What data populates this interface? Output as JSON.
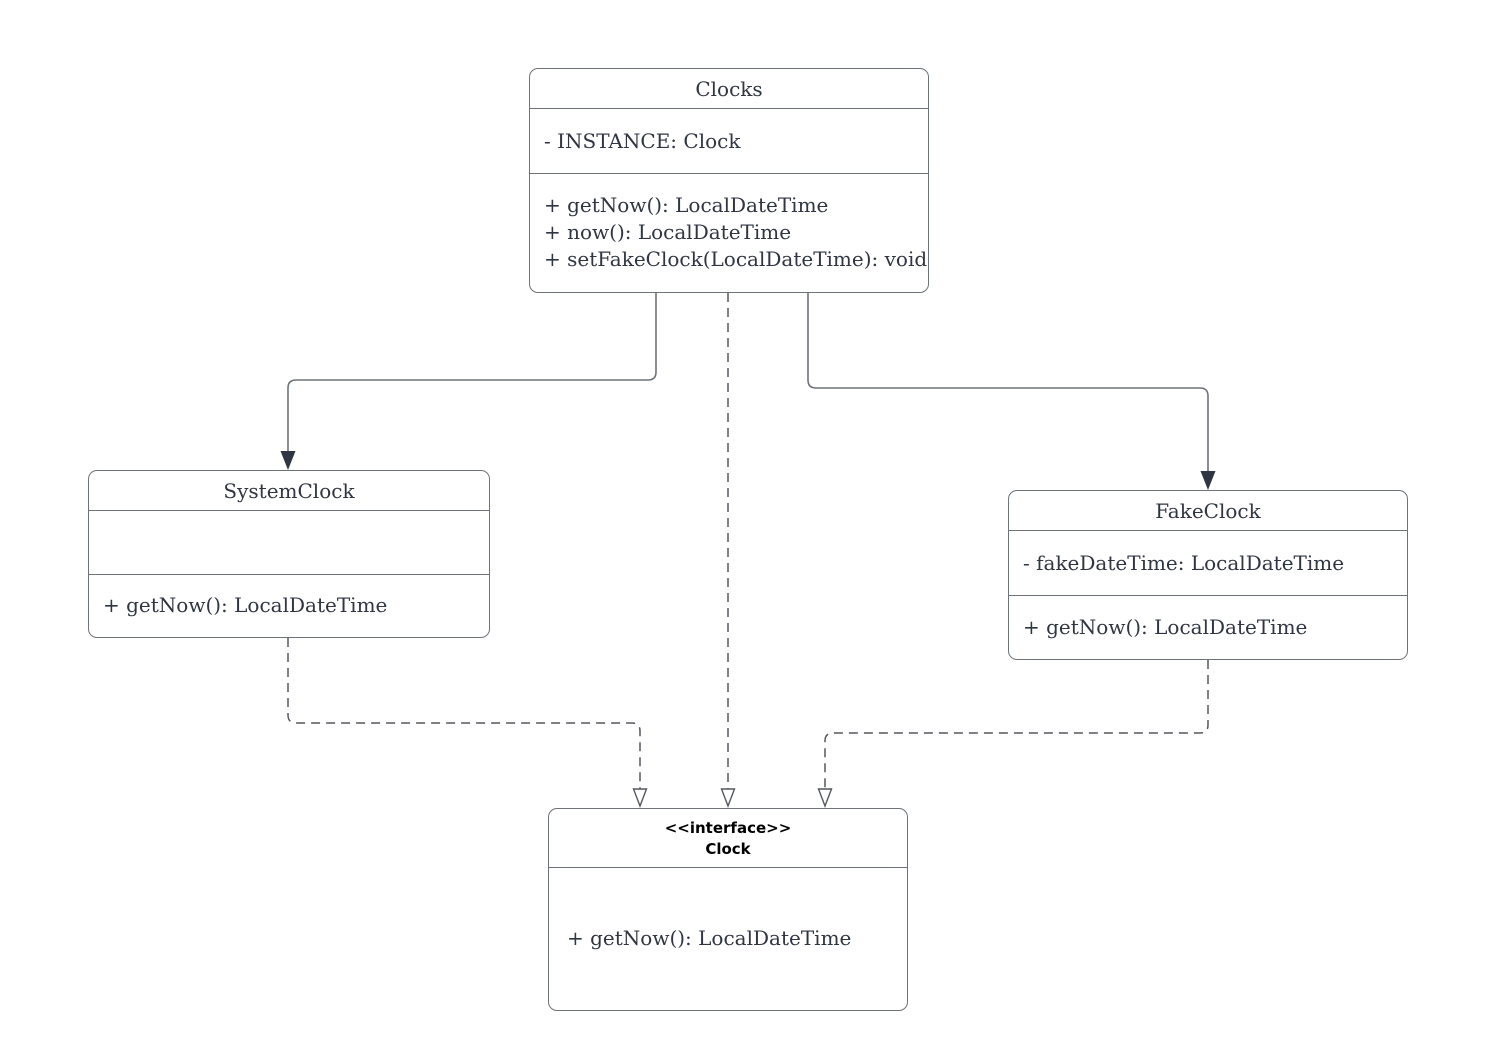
{
  "diagram": {
    "type": "uml-class-diagram",
    "colors": {
      "background": "#ffffff",
      "node_fill": "#ffffff",
      "node_border": "#6e737a",
      "member_text": "#2f3542",
      "interface_title_text": "#000000",
      "solid_arrowhead_fill": "#2f3542",
      "hollow_arrowhead_fill": "#ffffff"
    },
    "nodes": {
      "clocks": {
        "title": "Clocks",
        "attributes": [
          "- INSTANCE: Clock"
        ],
        "methods": [
          "+ getNow(): LocalDateTime",
          "+ now(): LocalDateTime",
          "+ setFakeClock(LocalDateTime): void"
        ]
      },
      "system_clock": {
        "title": "SystemClock",
        "attributes": [],
        "methods": [
          "+ getNow(): LocalDateTime"
        ]
      },
      "fake_clock": {
        "title": "FakeClock",
        "attributes": [
          "- fakeDateTime: LocalDateTime"
        ],
        "methods": [
          "+ getNow(): LocalDateTime"
        ]
      },
      "clock_interface": {
        "stereotype": "<<interface>>",
        "title": "Clock",
        "methods": [
          "+ getNow(): LocalDateTime"
        ]
      }
    },
    "edges": [
      {
        "from": "Clocks",
        "to": "SystemClock",
        "line": "solid",
        "arrow": "filled-triangle"
      },
      {
        "from": "Clocks",
        "to": "FakeClock",
        "line": "solid",
        "arrow": "filled-triangle"
      },
      {
        "from": "Clocks",
        "to": "Clock",
        "line": "dashed",
        "arrow": "hollow-triangle"
      },
      {
        "from": "SystemClock",
        "to": "Clock",
        "line": "dashed",
        "arrow": "hollow-triangle"
      },
      {
        "from": "FakeClock",
        "to": "Clock",
        "line": "dashed",
        "arrow": "hollow-triangle"
      }
    ]
  }
}
